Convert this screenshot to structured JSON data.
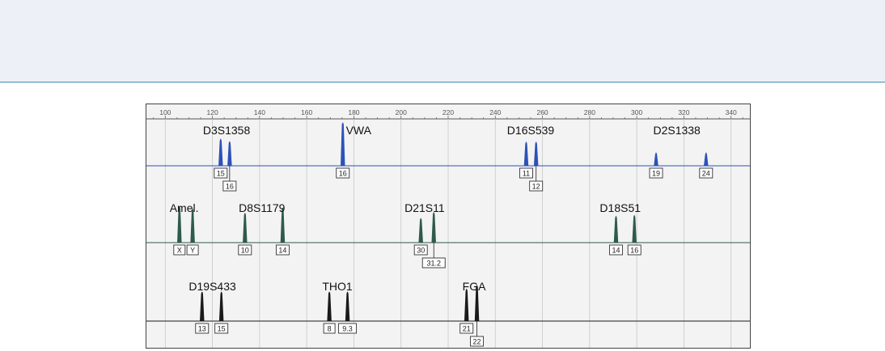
{
  "chart_data": {
    "type": "line",
    "title": "",
    "xlabel": "",
    "ylabel": "",
    "xlim": [
      92,
      348
    ],
    "x_ticks": [
      100,
      120,
      140,
      160,
      180,
      200,
      220,
      240,
      260,
      280,
      300,
      320,
      340
    ],
    "grid": true,
    "lanes": [
      {
        "color": "#2c52b8",
        "peaks": [
          {
            "x": 123.5,
            "h": 0.62
          },
          {
            "x": 127.3,
            "h": 0.56
          },
          {
            "x": 175.3,
            "h": 1.0
          },
          {
            "x": 253.1,
            "h": 0.55
          },
          {
            "x": 257.3,
            "h": 0.55
          },
          {
            "x": 308.2,
            "h": 0.3
          },
          {
            "x": 329.4,
            "h": 0.3
          }
        ],
        "loci": [
          {
            "name": "D3S1358",
            "x": 126
          },
          {
            "name": "VWA",
            "x": 182
          },
          {
            "name": "D16S539",
            "x": 255
          },
          {
            "name": "D2S1338",
            "x": 317
          }
        ],
        "alleles": [
          {
            "label": "15",
            "x": 123.5,
            "row": 1
          },
          {
            "label": "16",
            "x": 127.3,
            "row": 2
          },
          {
            "label": "16",
            "x": 175.3,
            "row": 1
          },
          {
            "label": "11",
            "x": 253.1,
            "row": 1
          },
          {
            "label": "12",
            "x": 257.3,
            "row": 2
          },
          {
            "label": "19",
            "x": 308.2,
            "row": 1
          },
          {
            "label": "24",
            "x": 329.4,
            "row": 1
          }
        ]
      },
      {
        "color": "#2f5a4e",
        "peaks": [
          {
            "x": 106.0,
            "h": 0.84
          },
          {
            "x": 111.6,
            "h": 0.78
          },
          {
            "x": 133.8,
            "h": 0.68
          },
          {
            "x": 149.8,
            "h": 0.8
          },
          {
            "x": 208.4,
            "h": 0.56
          },
          {
            "x": 213.9,
            "h": 0.7
          },
          {
            "x": 291.2,
            "h": 0.61
          },
          {
            "x": 299.0,
            "h": 0.63
          }
        ],
        "loci": [
          {
            "name": "Amel.",
            "x": 108
          },
          {
            "name": "D8S1179",
            "x": 141
          },
          {
            "name": "D21S11",
            "x": 210
          },
          {
            "name": "D18S51",
            "x": 293
          }
        ],
        "alleles": [
          {
            "label": "X",
            "x": 106.0,
            "row": 1
          },
          {
            "label": "Y",
            "x": 111.6,
            "row": 1
          },
          {
            "label": "10",
            "x": 133.8,
            "row": 1
          },
          {
            "label": "14",
            "x": 149.8,
            "row": 1
          },
          {
            "label": "30",
            "x": 208.4,
            "row": 1
          },
          {
            "label": "31.2",
            "x": 213.9,
            "row": 2
          },
          {
            "label": "14",
            "x": 291.2,
            "row": 1
          },
          {
            "label": "16",
            "x": 299.0,
            "row": 1
          }
        ]
      },
      {
        "color": "#1a1a1a",
        "peaks": [
          {
            "x": 115.6,
            "h": 0.7
          },
          {
            "x": 123.8,
            "h": 0.7
          },
          {
            "x": 169.6,
            "h": 0.7
          },
          {
            "x": 177.3,
            "h": 0.7
          },
          {
            "x": 227.8,
            "h": 0.77
          },
          {
            "x": 232.2,
            "h": 0.86
          }
        ],
        "loci": [
          {
            "name": "D19S433",
            "x": 120
          },
          {
            "name": "THO1",
            "x": 173
          },
          {
            "name": "FGA",
            "x": 231
          }
        ],
        "alleles": [
          {
            "label": "13",
            "x": 115.6,
            "row": 1
          },
          {
            "label": "15",
            "x": 123.8,
            "row": 1
          },
          {
            "label": "8",
            "x": 169.6,
            "row": 1
          },
          {
            "label": "9.3",
            "x": 177.3,
            "row": 1
          },
          {
            "label": "21",
            "x": 227.8,
            "row": 1
          },
          {
            "label": "22",
            "x": 232.2,
            "row": 2
          }
        ]
      }
    ]
  }
}
